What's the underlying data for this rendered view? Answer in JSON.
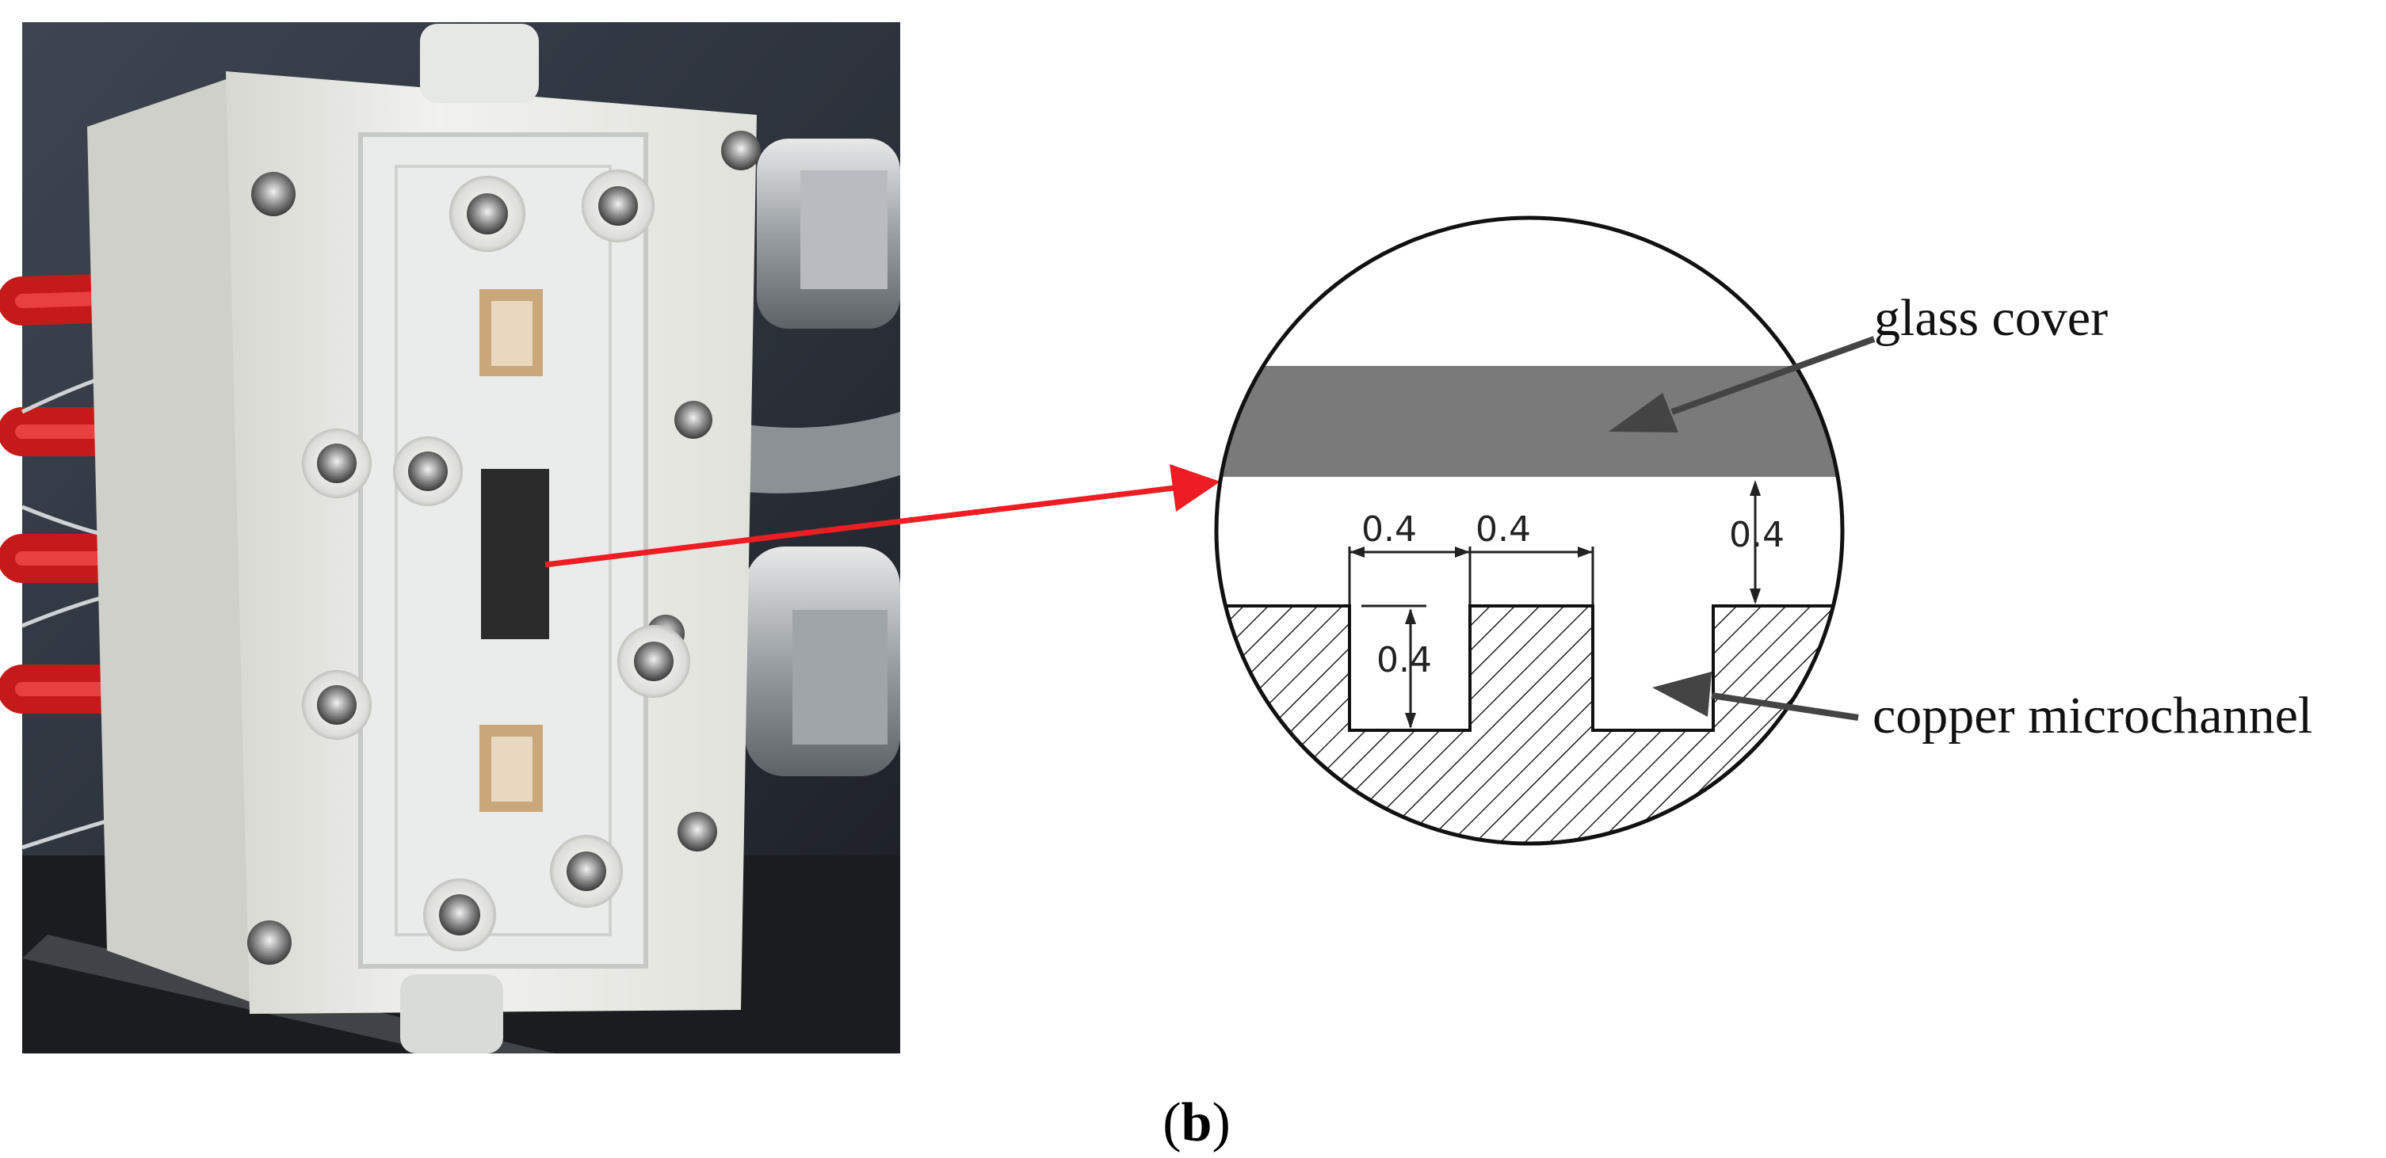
{
  "labels": {
    "glass_cover": "glass cover",
    "copper_microchannel": "copper microchannel"
  },
  "dimensions": {
    "channel_width": "0.4",
    "fin_width": "0.4",
    "gap_height": "0.4",
    "channel_depth": "0.4"
  },
  "caption": {
    "open": "(",
    "letter": "b",
    "close": ")"
  },
  "colors": {
    "arrow": "#ee1d23",
    "glass": "#7a7a7a",
    "copper_hatch": "#222222",
    "pointer": "#444444"
  },
  "icons": {
    "photo": "test-section-photo",
    "detail": "cross-section-magnifier"
  }
}
